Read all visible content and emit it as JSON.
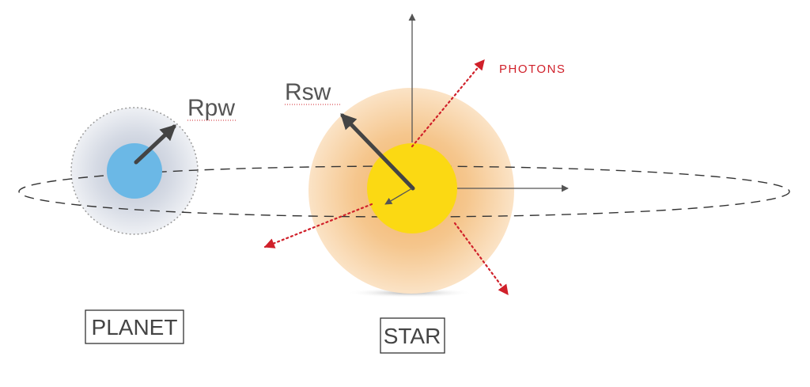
{
  "labels": {
    "planet_radius": "Rpw",
    "star_radius": "Rsw",
    "photons": "PHOTONS",
    "planet": "PLANET",
    "star": "STAR"
  },
  "colors": {
    "planet_core": "#6bb8e6",
    "planet_halo": "#c9cfdb",
    "star_core": "#fbd913",
    "star_halo": "#f3c184",
    "photon_arrows": "#d0202a",
    "orbit": "#333333",
    "arrows": "#555555"
  }
}
